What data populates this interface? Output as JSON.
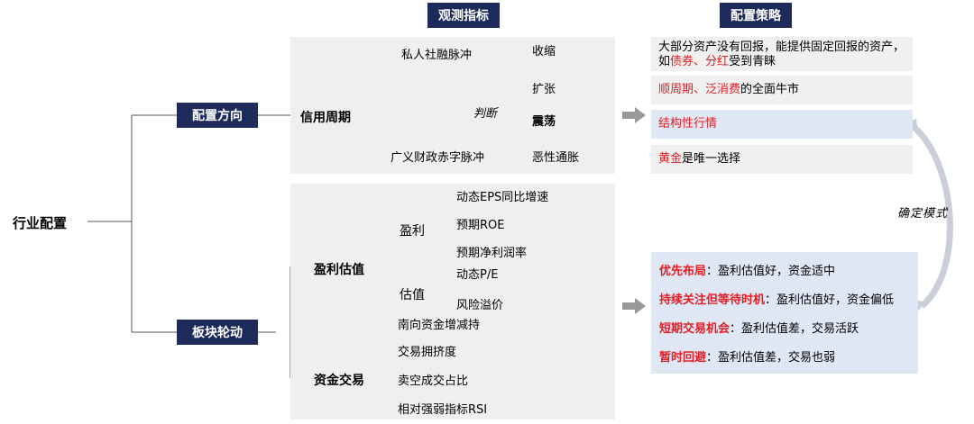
{
  "root": "行业配置",
  "headers": {
    "indicators": "观测指标",
    "strategy": "配置策略"
  },
  "branches": {
    "direction": "配置方向",
    "rotation": "板块轮动"
  },
  "credit": {
    "label": "信用周期",
    "inputs": [
      "私人社融脉冲",
      "广义财政赤字脉冲"
    ],
    "judge": "判断",
    "states": [
      "收缩",
      "扩张",
      "震荡",
      "恶性通胀"
    ]
  },
  "profit": {
    "label": "盈利估值",
    "earnings": {
      "label": "盈利",
      "items": [
        "动态EPS同比增速",
        "预期ROE",
        "预期净利润率"
      ]
    },
    "valuation": {
      "label": "估值",
      "items": [
        "动态P/E",
        "风险溢价"
      ]
    }
  },
  "fund": {
    "label": "资金交易",
    "items": [
      "南向资金增减持",
      "交易拥挤度",
      "卖空成交占比",
      "相对强弱指标RSI"
    ]
  },
  "strategies_top": [
    {
      "line1": "大部分资产没有回报，能提供固定回报的资产，",
      "l2_pre": "如",
      "l2_red1": "债券",
      "l2_sep": "、",
      "l2_red2": "分红",
      "l2_post": "受到青睐"
    },
    {
      "red": "顺周期、泛消费",
      "rest": "的全面牛市"
    },
    {
      "red": "结构性行情",
      "rest": ""
    },
    {
      "red": "黄金",
      "rest": "是唯一选择"
    }
  ],
  "mode_label": "确定模式",
  "strategies_bottom": [
    {
      "red": "优先布局",
      "rest": "：盈利估值好，资金适中"
    },
    {
      "red": "持续关注但等待时机",
      "rest": "：盈利估值好，资金偏低"
    },
    {
      "red": "短期交易机会",
      "rest": "：盈利估值差，交易活跃"
    },
    {
      "red": "暂时回避",
      "rest": "：盈利估值差，交易也弱"
    }
  ]
}
